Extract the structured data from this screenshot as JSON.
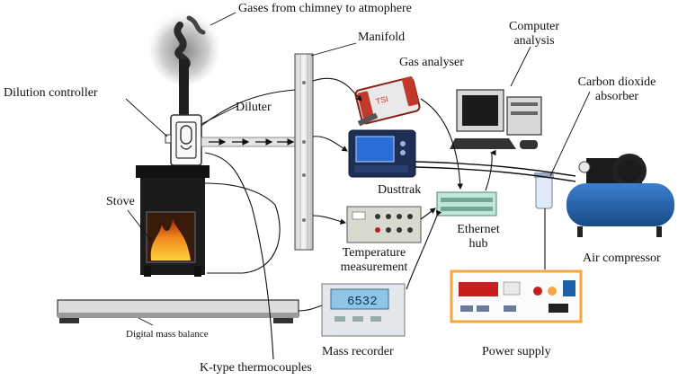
{
  "labels": {
    "gases_chimney": "Gases from chimney to atmophere",
    "manifold": "Manifold",
    "computer_l1": "Computer",
    "computer_l2": "analysis",
    "gas_analyser": "Gas analyser",
    "co2_l1": "Carbon dioxide",
    "co2_l2": "absorber",
    "dilution_controller": "Dilution  controller",
    "diluter": "Diluter",
    "stove": "Stove",
    "dusttrak": "Dusttrak",
    "ethernet_l1": "Ethernet",
    "ethernet_l2": "hub",
    "temp_l1": "Temperature",
    "temp_l2": "measurement",
    "air_compressor": "Air compressor",
    "digital_mass_balance": "Digital mass balance",
    "mass_recorder": "Mass recorder",
    "power_supply": "Power supply",
    "k_type": "K-type thermocouples",
    "gas_analyser_brand": "TSI",
    "mass_display": "6532"
  },
  "colors": {
    "stove_body": "#1b1b1b",
    "fire": "#f08a1c",
    "dusttrak_screen": "#2b6fd6",
    "compressor": "#1f5fa8",
    "power_panel": "#f6a640",
    "power_display": "#c81e1e",
    "hub_green": "#bfe6d8",
    "analyser_red": "#c0392b"
  }
}
